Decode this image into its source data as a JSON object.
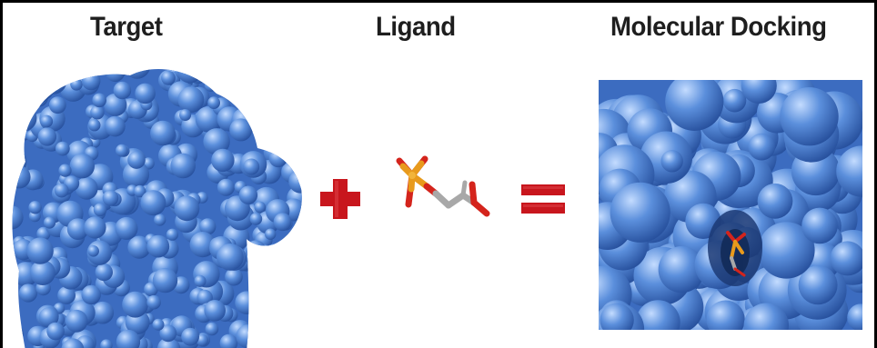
{
  "labels": {
    "target": "Target",
    "ligand": "Ligand",
    "docking": "Molecular Docking"
  },
  "colors": {
    "protein": "#5b8fdc",
    "protein_shadow": "#264f9c",
    "protein_highlight": "#c4dcff",
    "operator": "#c8161d",
    "ligand_phosphorus": "#e89a1c",
    "ligand_oxygen": "#d4241c",
    "ligand_carbon": "#a8a8a8"
  },
  "icons": {
    "target": "protein-surface",
    "operator1": "plus-sign",
    "ligand": "ligand-molecule",
    "operator2": "equals-sign",
    "result": "docked-complex"
  }
}
